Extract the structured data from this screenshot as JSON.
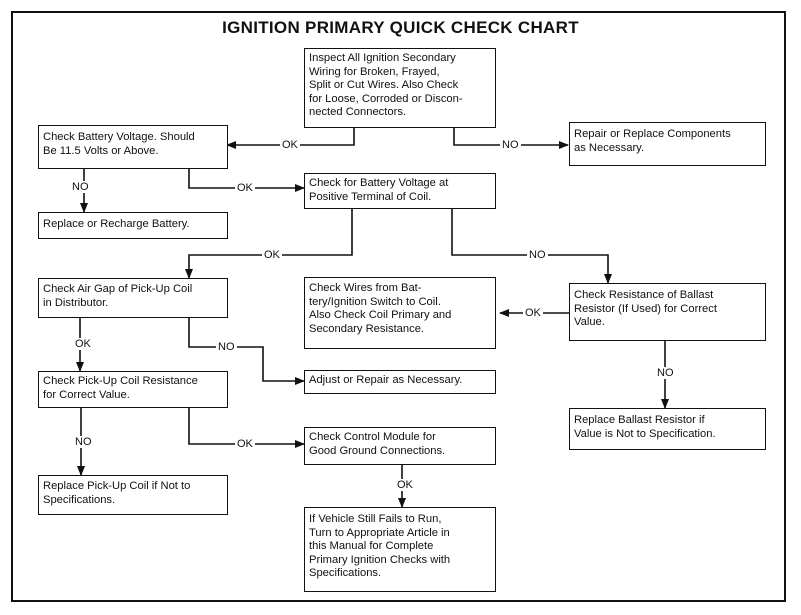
{
  "title": "IGNITION PRIMARY QUICK CHECK CHART",
  "boxes": {
    "inspect": "Inspect All Ignition Secondary\nWiring for Broken, Frayed,\nSplit or Cut Wires. Also Check\nfor Loose, Corroded or Discon-\nnected Connectors.",
    "battery_voltage": "Check Battery Voltage. Should\nBe 11.5 Volts or Above.",
    "repair_replace": "Repair or Replace Components\nas Necessary.",
    "replace_battery": "Replace or Recharge Battery.",
    "coil_voltage": "Check for Battery Voltage at\nPositive Terminal of Coil.",
    "air_gap": "Check Air Gap of Pick-Up Coil\nin Distributor.",
    "check_wires": "Check Wires from Bat-\ntery/Ignition Switch to Coil.\nAlso Check Coil Primary and\nSecondary Resistance.",
    "ballast_resistance": "Check Resistance of Ballast\nResistor (If Used) for Correct\nValue.",
    "pickup_resistance": "Check Pick-Up Coil Resistance\nfor Correct Value.",
    "adjust_repair": "Adjust or Repair as Necessary.",
    "replace_ballast": "Replace Ballast Resistor if\nValue is Not to Specification.",
    "control_module": "Check Control Module for\nGood Ground Connections.",
    "replace_pickup": "Replace Pick-Up Coil if Not to\nSpecifications.",
    "vehicle_fails": "If Vehicle Still Fails to Run,\nTurn to Appropriate Article in\nthis Manual for Complete\nPrimary Ignition Checks with\nSpecifications."
  },
  "labels": {
    "ok": "OK",
    "no": "NO"
  }
}
